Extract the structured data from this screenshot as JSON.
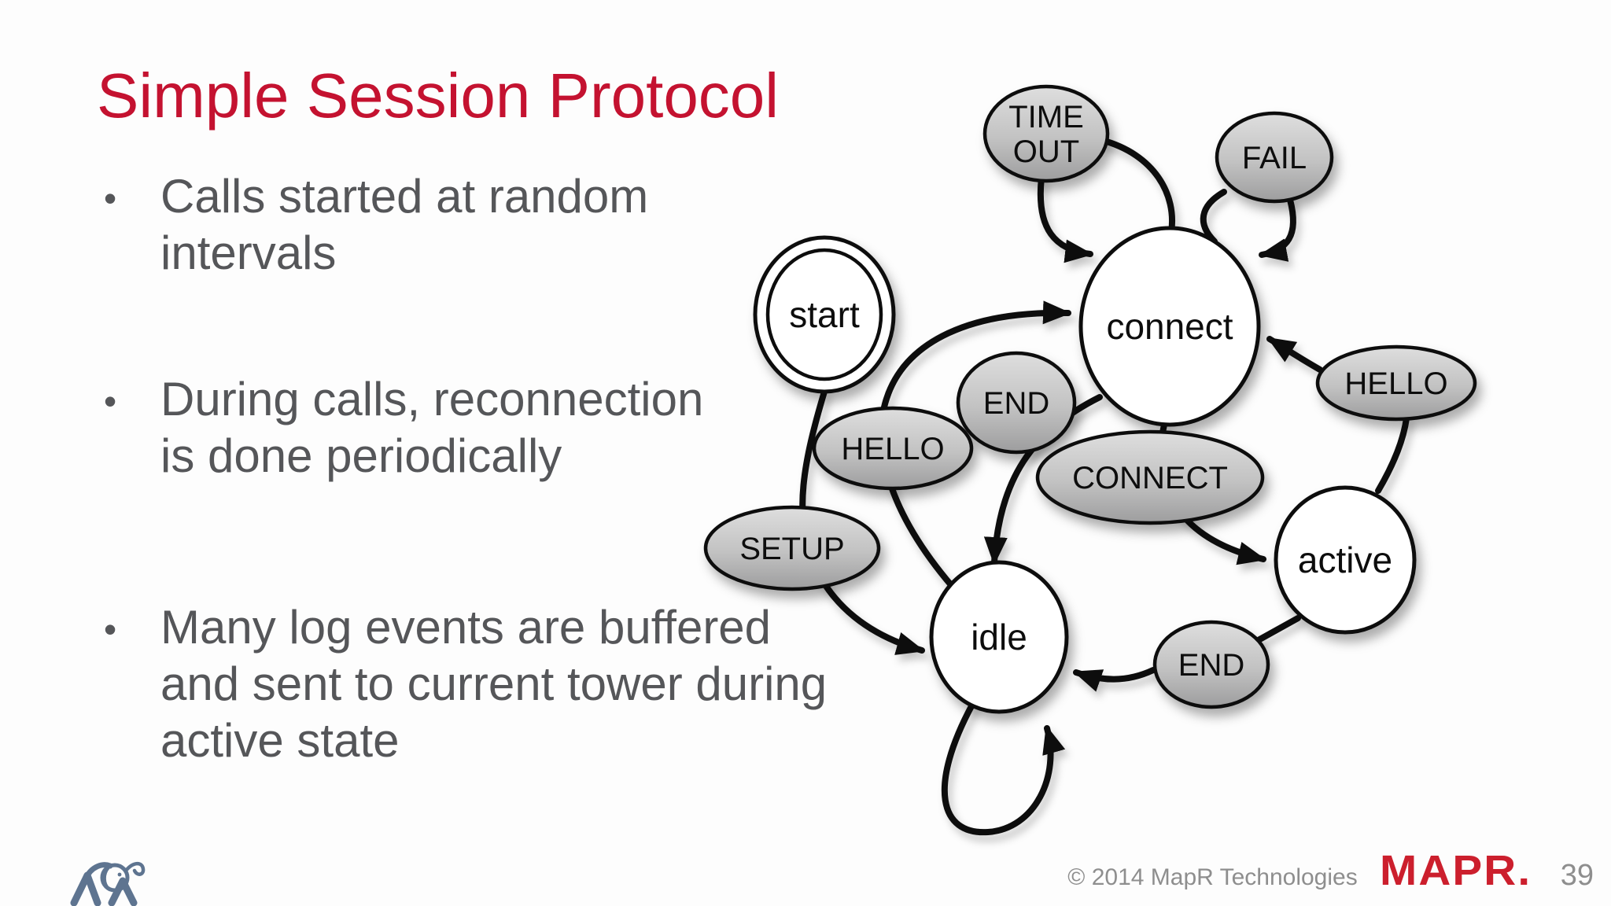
{
  "slide": {
    "title": "Simple Session Protocol",
    "bullet_marker": "•",
    "bullets": [
      {
        "lines": [
          "Calls started at random",
          "intervals"
        ]
      },
      {
        "lines": [
          "During calls, reconnection",
          "is done periodically"
        ]
      },
      {
        "lines": [
          "Many log events are buffered",
          "and sent to current tower during",
          "active state"
        ]
      }
    ]
  },
  "diagram": {
    "states": {
      "start": "start",
      "connect": "connect",
      "idle": "idle",
      "active": "active"
    },
    "events": {
      "timeout": {
        "line1": "TIME",
        "line2": "OUT"
      },
      "fail": "FAIL",
      "end_upper": "END",
      "hello_left": "HELLO",
      "hello_right": "HELLO",
      "setup": "SETUP",
      "connect_event": "CONNECT",
      "end_lower": "END"
    },
    "transitions": [
      {
        "from": "connect",
        "to": "connect",
        "label": "TIME OUT"
      },
      {
        "from": "connect",
        "to": "connect",
        "label": "FAIL"
      },
      {
        "from": "start",
        "to": "idle",
        "label": "SETUP"
      },
      {
        "from": "idle",
        "to": "connect",
        "label": "HELLO"
      },
      {
        "from": "connect",
        "to": "idle",
        "label": "END"
      },
      {
        "from": "connect",
        "to": "active",
        "label": "CONNECT"
      },
      {
        "from": "active",
        "to": "connect",
        "label": "HELLO"
      },
      {
        "from": "active",
        "to": "idle",
        "label": "END"
      },
      {
        "from": "idle",
        "to": "idle",
        "label": ""
      }
    ]
  },
  "footer": {
    "copyright": "© 2014 MapR Technologies",
    "brand": "MAPR.",
    "page_number": "39"
  },
  "colors": {
    "title_red": "#c41230",
    "brand_red": "#cc1f2d",
    "body_gray": "#555659",
    "footer_gray": "#8e8e8e",
    "node_border": "#0d0d0d",
    "event_fill_top": "#dedede",
    "event_fill_bottom": "#9d9d9e",
    "elephant_blue": "#5e7490"
  }
}
